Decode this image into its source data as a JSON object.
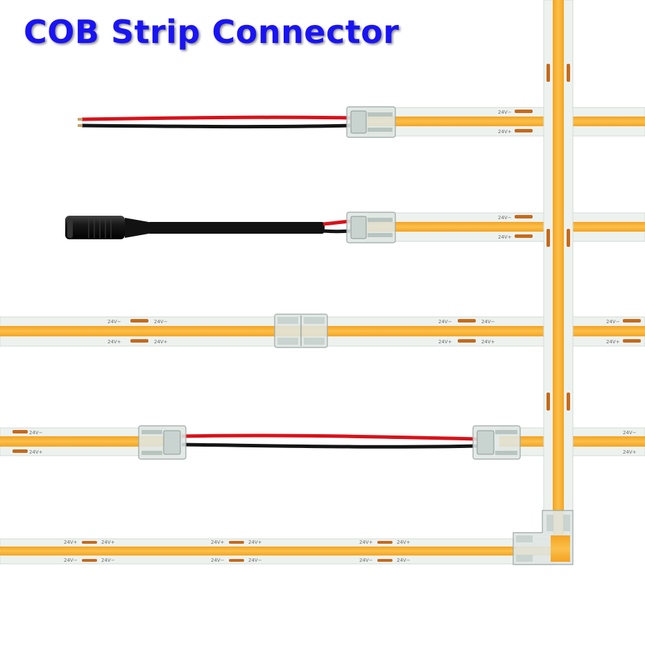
{
  "title": "COB Strip Connector",
  "strip_marks": {
    "positive": "24V+",
    "negative": "24V−"
  },
  "colors": {
    "title": "#1a14f2",
    "strip_base": "#eef2ee",
    "cob_glow": "#f7a82a",
    "wire_red": "#d8121a",
    "wire_black": "#151515",
    "copper_pad": "#c46a1c",
    "connector_clear": "#dfe6e3"
  },
  "rows": [
    {
      "name": "wire-to-strip",
      "connectors": 1
    },
    {
      "name": "dc-female-to-strip",
      "connectors": 1
    },
    {
      "name": "strip-to-strip",
      "connectors": 1
    },
    {
      "name": "strip-wire-strip",
      "connectors": 2
    },
    {
      "name": "l-corner",
      "connectors": 1
    }
  ]
}
